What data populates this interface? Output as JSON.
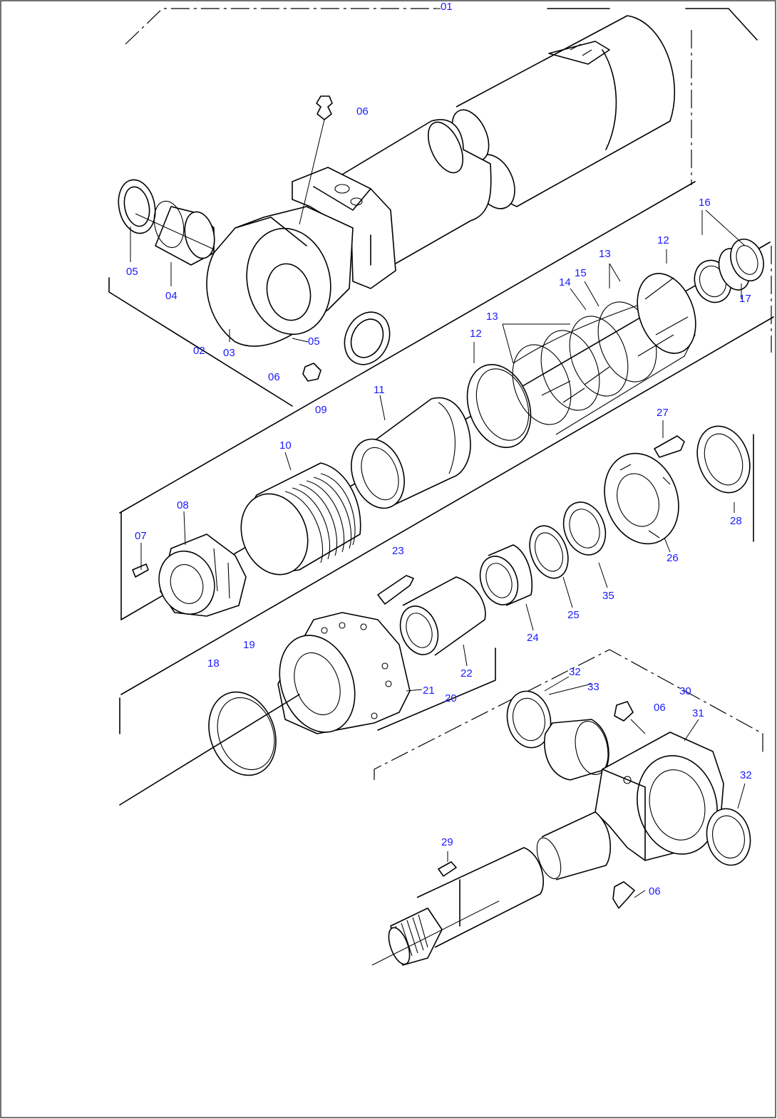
{
  "diagram": {
    "frame_color": "#000000",
    "label_color": "#1a1aff",
    "callouts": [
      {
        "id": "c01",
        "text": "01"
      },
      {
        "id": "c06a",
        "text": "06"
      },
      {
        "id": "c05a",
        "text": "05"
      },
      {
        "id": "c04",
        "text": "04"
      },
      {
        "id": "c02",
        "text": "02"
      },
      {
        "id": "c03",
        "text": "03"
      },
      {
        "id": "c05b",
        "text": "05"
      },
      {
        "id": "c06b",
        "text": "06"
      },
      {
        "id": "c09",
        "text": "09"
      },
      {
        "id": "c16",
        "text": "16"
      },
      {
        "id": "c12a",
        "text": "12"
      },
      {
        "id": "c13a",
        "text": "13"
      },
      {
        "id": "c15",
        "text": "15"
      },
      {
        "id": "c14",
        "text": "14"
      },
      {
        "id": "c13b",
        "text": "13"
      },
      {
        "id": "c12b",
        "text": "12"
      },
      {
        "id": "c17",
        "text": "17"
      },
      {
        "id": "c11",
        "text": "11"
      },
      {
        "id": "c10",
        "text": "10"
      },
      {
        "id": "c08",
        "text": "08"
      },
      {
        "id": "c07",
        "text": "07"
      },
      {
        "id": "c27",
        "text": "27"
      },
      {
        "id": "c28",
        "text": "28"
      },
      {
        "id": "c26",
        "text": "26"
      },
      {
        "id": "c35",
        "text": "35"
      },
      {
        "id": "c25",
        "text": "25"
      },
      {
        "id": "c24",
        "text": "24"
      },
      {
        "id": "c23",
        "text": "23"
      },
      {
        "id": "c22",
        "text": "22"
      },
      {
        "id": "c21",
        "text": "21"
      },
      {
        "id": "c20",
        "text": "20"
      },
      {
        "id": "c19",
        "text": "19"
      },
      {
        "id": "c18",
        "text": "18"
      },
      {
        "id": "c32a",
        "text": "32"
      },
      {
        "id": "c33",
        "text": "33"
      },
      {
        "id": "c30",
        "text": "30"
      },
      {
        "id": "c06c",
        "text": "06"
      },
      {
        "id": "c31",
        "text": "31"
      },
      {
        "id": "c32b",
        "text": "32"
      },
      {
        "id": "c29",
        "text": "29"
      },
      {
        "id": "c06d",
        "text": "06"
      }
    ]
  }
}
